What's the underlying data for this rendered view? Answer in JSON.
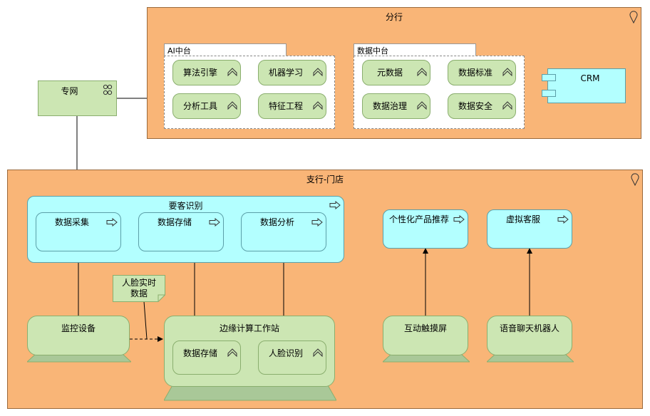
{
  "branch": {
    "title": "分行",
    "ai_platform": {
      "label": "AI中台",
      "items": [
        "算法引擎",
        "机器学习",
        "分析工具",
        "特征工程"
      ]
    },
    "data_platform": {
      "label": "数据中台",
      "items": [
        "元数据",
        "数据标准",
        "数据治理",
        "数据安全"
      ]
    },
    "crm": "CRM"
  },
  "network": {
    "label": "专网"
  },
  "store": {
    "title": "支行-门店",
    "recognition": {
      "title": "要客识别",
      "steps": [
        "数据采集",
        "数据存储",
        "数据分析"
      ]
    },
    "services": {
      "personalized": "个性化产品推荐",
      "virtual_agent": "虚拟客服"
    },
    "devices": {
      "monitor": "监控设备",
      "edge": "边缘计算工作站",
      "edge_items": [
        "数据存储",
        "人脸识别"
      ],
      "touchscreen": "互动触摸屏",
      "robot": "语音聊天机器人"
    },
    "face_data_note": "人脸实时数据"
  },
  "colors": {
    "location": "#F9B577",
    "business": "#CCE6B3",
    "application": "#B3FFFF"
  }
}
